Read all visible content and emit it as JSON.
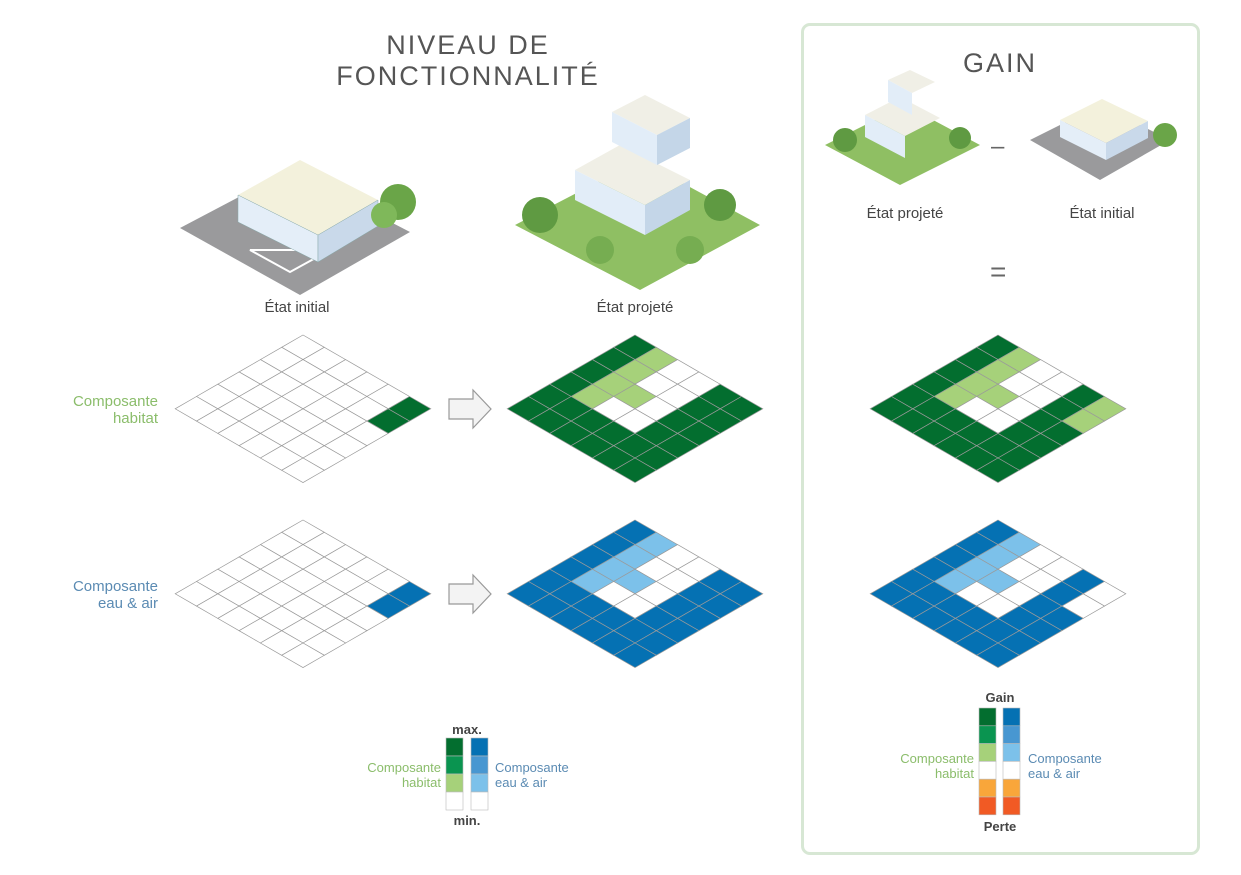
{
  "title": {
    "line1": "NIVEAU DE",
    "line2": "FONCTIONNALITÉ"
  },
  "gain_panel": {
    "title": "GAIN",
    "minus": "–",
    "equals": "=",
    "label_projected": "État projeté",
    "label_initial": "État initial"
  },
  "captions": {
    "initial": "État initial",
    "projected": "État projeté"
  },
  "components": {
    "habitat": {
      "line1": "Composante",
      "line2": "habitat"
    },
    "water_air": {
      "line1": "Composante",
      "line2": "eau & air"
    }
  },
  "colors": {
    "habitat": {
      "3": "#036e2f",
      "2": "#0a9450",
      "1": "#a6d17a",
      "0": "#ffffff",
      "-1": "#f9a63a",
      "-2": "#f15a24"
    },
    "water": {
      "3": "#0571b3",
      "2": "#4897d1",
      "1": "#7cc1ea",
      "0": "#ffffff",
      "-1": "#f9a63a",
      "-2": "#f15a24"
    },
    "habitat_label": "#8bbd6b",
    "water_label": "#5b8bb3",
    "panel_border": "#d7e7d4"
  },
  "legend_level": {
    "max": "max.",
    "min": "min.",
    "levels": [
      3,
      2,
      1,
      0
    ]
  },
  "legend_gain": {
    "top": "Gain",
    "bottom": "Perte",
    "levels": [
      3,
      2,
      1,
      0,
      -1,
      -2
    ]
  },
  "grids": {
    "habitat_initial": [
      [
        0,
        0,
        0,
        0,
        0,
        3
      ],
      [
        0,
        0,
        0,
        0,
        0,
        3
      ],
      [
        0,
        0,
        0,
        0,
        0,
        0
      ],
      [
        0,
        0,
        0,
        0,
        0,
        0
      ],
      [
        0,
        0,
        0,
        0,
        0,
        0
      ],
      [
        0,
        0,
        0,
        0,
        0,
        0
      ]
    ],
    "habitat_projected": [
      [
        3,
        1,
        0,
        0,
        3,
        3
      ],
      [
        3,
        1,
        0,
        0,
        3,
        3
      ],
      [
        3,
        1,
        1,
        0,
        3,
        3
      ],
      [
        3,
        1,
        0,
        0,
        3,
        3
      ],
      [
        3,
        3,
        3,
        3,
        3,
        3
      ],
      [
        3,
        3,
        3,
        3,
        3,
        3
      ]
    ],
    "habitat_gain": [
      [
        3,
        1,
        0,
        0,
        3,
        1
      ],
      [
        3,
        1,
        0,
        0,
        3,
        1
      ],
      [
        3,
        1,
        1,
        0,
        3,
        3
      ],
      [
        3,
        1,
        0,
        0,
        3,
        3
      ],
      [
        3,
        3,
        3,
        3,
        3,
        3
      ],
      [
        3,
        3,
        3,
        3,
        3,
        3
      ]
    ],
    "water_initial": [
      [
        0,
        0,
        0,
        0,
        0,
        3
      ],
      [
        0,
        0,
        0,
        0,
        0,
        3
      ],
      [
        0,
        0,
        0,
        0,
        0,
        0
      ],
      [
        0,
        0,
        0,
        0,
        0,
        0
      ],
      [
        0,
        0,
        0,
        0,
        0,
        0
      ],
      [
        0,
        0,
        0,
        0,
        0,
        0
      ]
    ],
    "water_projected": [
      [
        3,
        1,
        0,
        0,
        3,
        3
      ],
      [
        3,
        1,
        0,
        0,
        3,
        3
      ],
      [
        3,
        1,
        1,
        0,
        3,
        3
      ],
      [
        3,
        1,
        0,
        0,
        3,
        3
      ],
      [
        3,
        3,
        3,
        3,
        3,
        3
      ],
      [
        3,
        3,
        3,
        3,
        3,
        3
      ]
    ],
    "water_gain": [
      [
        3,
        1,
        0,
        0,
        3,
        0
      ],
      [
        3,
        1,
        0,
        0,
        3,
        0
      ],
      [
        3,
        1,
        1,
        0,
        3,
        3
      ],
      [
        3,
        1,
        0,
        0,
        3,
        3
      ],
      [
        3,
        3,
        3,
        3,
        3,
        3
      ],
      [
        3,
        3,
        3,
        3,
        3,
        3
      ]
    ]
  }
}
